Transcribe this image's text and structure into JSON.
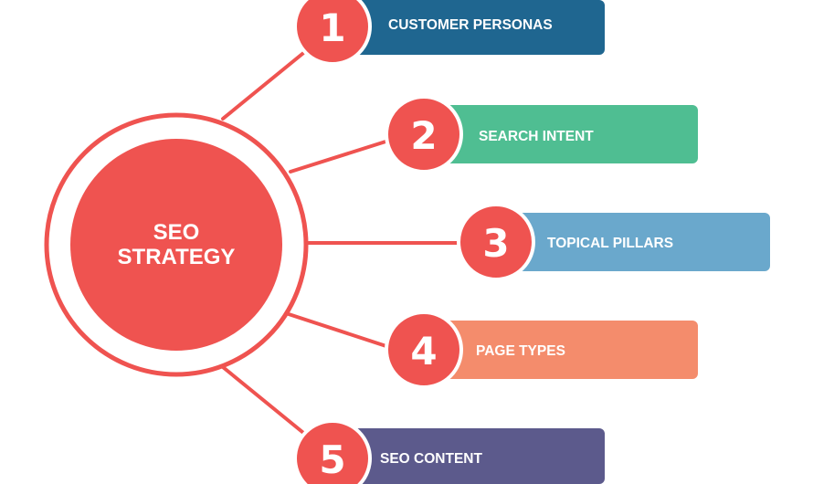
{
  "center": {
    "line1": "SEO",
    "line2": "STRATEGY",
    "color": "#ef5350"
  },
  "accent_color": "#ef5350",
  "steps": [
    {
      "number": "1",
      "label": "CUSTOMER PERSONAS",
      "color": "#1f6690"
    },
    {
      "number": "2",
      "label": "SEARCH INTENT",
      "color": "#4fbe92"
    },
    {
      "number": "3",
      "label": "TOPICAL PILLARS",
      "color": "#6aa8cc"
    },
    {
      "number": "4",
      "label": "PAGE TYPES",
      "color": "#f48c6c"
    },
    {
      "number": "5",
      "label": "SEO CONTENT",
      "color": "#5c5a8c"
    }
  ]
}
